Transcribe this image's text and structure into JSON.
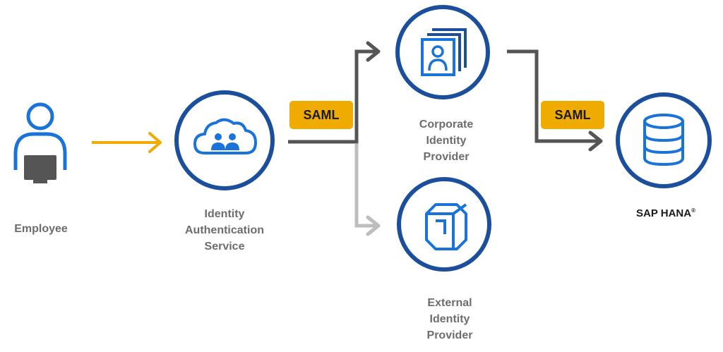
{
  "nodes": {
    "employee": {
      "label": "Employee"
    },
    "ias": {
      "lines": [
        "Identity",
        "Authentication",
        "Service"
      ]
    },
    "corporate_idp": {
      "lines": [
        "Corporate",
        "Identity",
        "Provider"
      ]
    },
    "external_idp": {
      "lines": [
        "External",
        "Identity",
        "Provider"
      ]
    },
    "sap_hana": {
      "label": "SAP HANA",
      "mark": "®"
    }
  },
  "badges": {
    "saml_left": "SAML",
    "saml_right": "SAML"
  },
  "colors": {
    "circle_border": "#1b4f9c",
    "icon_blue": "#1a73d9",
    "arrow_yellow": "#f0ab00",
    "arrow_dark": "#555555",
    "arrow_light": "#bdbdbd",
    "badge_bg": "#f0ab00"
  },
  "icons": {
    "employee": "person-with-laptop-icon",
    "ias": "cloud-users-icon",
    "corporate_idp": "user-directory-icon",
    "external_idp": "cube-icon",
    "sap_hana": "database-icon"
  }
}
